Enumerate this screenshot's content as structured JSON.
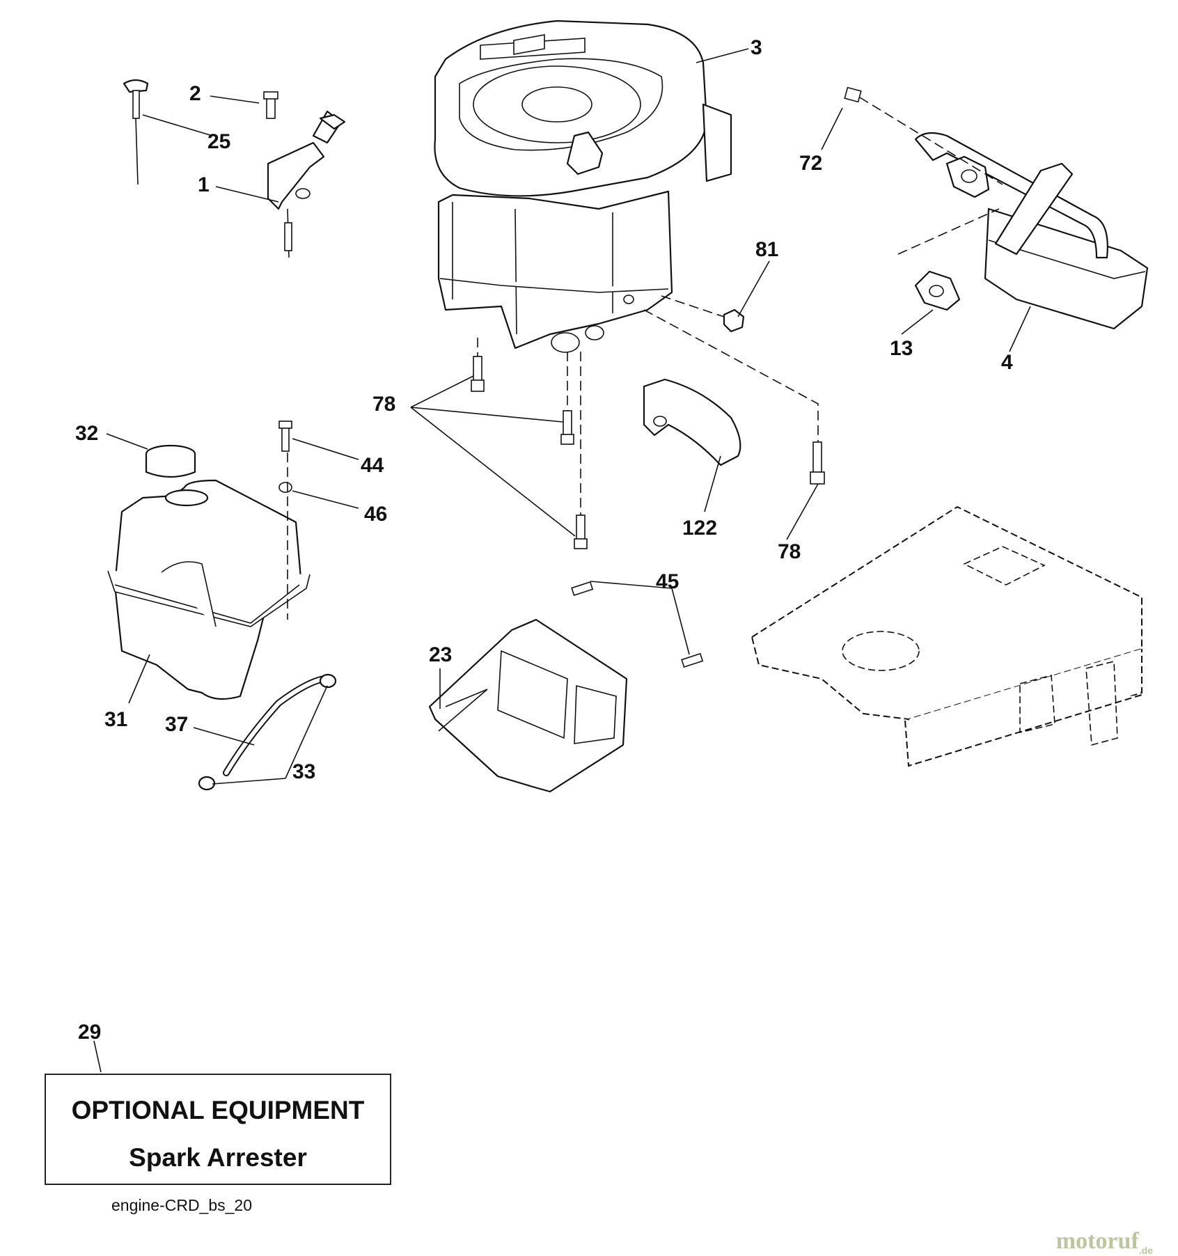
{
  "diagram": {
    "part_labels": [
      "1",
      "2",
      "3",
      "4",
      "13",
      "23",
      "25",
      "29",
      "31",
      "32",
      "33",
      "37",
      "44",
      "45",
      "46",
      "72",
      "78",
      "81",
      "122"
    ],
    "callouts": {
      "p1": "1",
      "p2": "2",
      "p3": "3",
      "p4": "4",
      "p13": "13",
      "p23": "23",
      "p25": "25",
      "p29": "29",
      "p31": "31",
      "p32": "32",
      "p33": "33",
      "p37": "37",
      "p44": "44",
      "p45": "45",
      "p46": "46",
      "p72": "72",
      "p78a": "78",
      "p78b": "78",
      "p81": "81",
      "p122": "122"
    }
  },
  "optional_box": {
    "title": "OPTIONAL EQUIPMENT",
    "subtitle": "Spark Arrester"
  },
  "footer": {
    "drawing_code": "engine-CRD_bs_20"
  },
  "watermark": {
    "text": "motoruf",
    "suffix": ".de",
    "color": "#b8c89a"
  }
}
